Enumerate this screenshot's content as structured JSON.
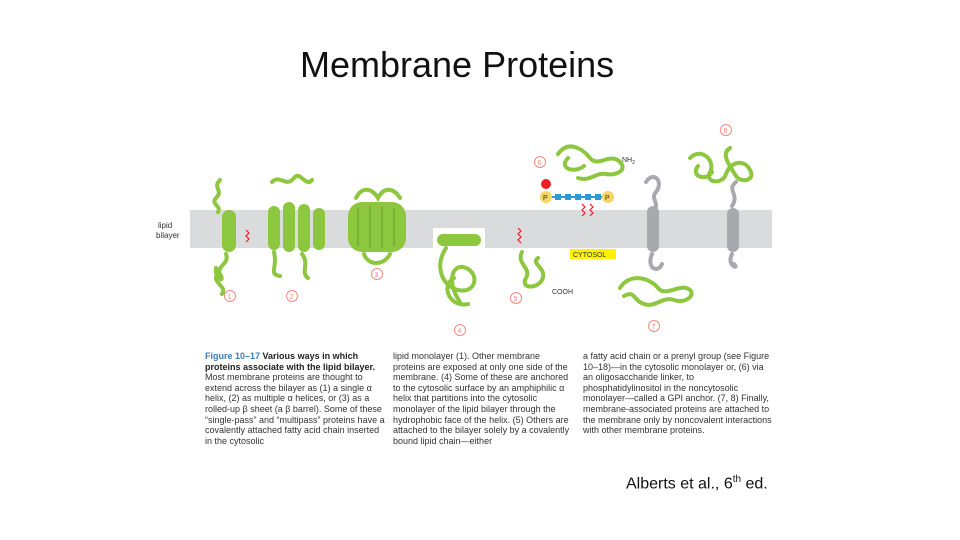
{
  "title": "Membrane Proteins",
  "diagram": {
    "bilayer_label_line1": "lipid",
    "bilayer_label_line2": "bilayer",
    "nh2_label": "NH",
    "nh2_subscript": "2",
    "cooh_label": "COOH",
    "cytosol_label": "CYTOSOL",
    "phosphate_label": "P",
    "numbers": [
      "1",
      "2",
      "3",
      "4",
      "5",
      "6",
      "7",
      "8"
    ],
    "colors": {
      "protein": "#8dc63f",
      "bilayer": "#d9dbdc",
      "gpi_anchor": "#a7a9ac",
      "marker_ring": "#f48a80",
      "cytosol_bg": "#fff200",
      "sugar": "#2b9bd8",
      "phosphate": "#f5d565",
      "lipid_tail": "#ed1c24"
    }
  },
  "caption": {
    "figure_label": "Figure 10–17",
    "figure_title": "Various ways in which proteins associate with the lipid bilayer.",
    "col1_text": "Most membrane proteins are thought to extend across the bilayer as (1) a single α helix, (2) as multiple α helices, or (3) as a rolled-up β sheet (a β barrel). Some of these “single-pass” and “multipass” proteins have a covalently attached fatty acid chain inserted in the cytosolic",
    "col2_text": "lipid monolayer (1). Other membrane proteins are exposed at only one side of the membrane. (4) Some of these are anchored to the cytosolic surface by an amphiphilic α helix that partitions into the cytosolic monolayer of the lipid bilayer through the hydrophobic face of the helix. (5) Others are attached to the bilayer solely by a covalently bound lipid chain—either",
    "col3_text": "a fatty acid chain or a prenyl group (see Figure 10–18)—in the cytosolic monolayer or, (6) via an oligosaccharide linker, to phosphatidylinositol in the noncytosolic monolayer—called a GPI anchor. (7, 8) Finally, membrane-associated proteins are attached to the membrane only by noncovalent interactions with other membrane proteins."
  },
  "credit": {
    "text": "Alberts et al., 6",
    "superscript": "th",
    "suffix": " ed."
  }
}
